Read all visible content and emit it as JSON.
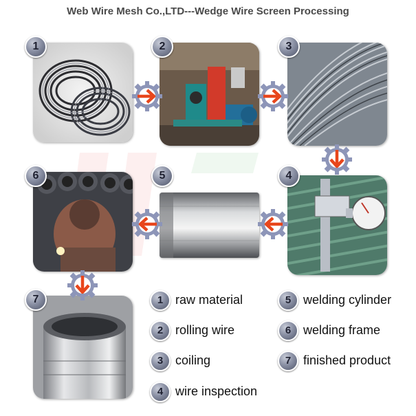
{
  "title": "Web Wire Mesh Co.,LTD---Wedge Wire Screen Processing",
  "steps": [
    {
      "number": "1",
      "label": "raw material"
    },
    {
      "number": "2",
      "label": "rolling wire"
    },
    {
      "number": "3",
      "label": "coiling"
    },
    {
      "number": "4",
      "label": "wire inspection"
    },
    {
      "number": "5",
      "label": "welding cylinder"
    },
    {
      "number": "6",
      "label": "welding frame"
    },
    {
      "number": "7",
      "label": "finished product"
    }
  ],
  "colors": {
    "arrow": "#e8461c",
    "gear": "#8d95b8",
    "badge": "#7d8398",
    "watermark_red": "#e33b3b",
    "watermark_green": "#3aa64a"
  },
  "icons": {
    "flow_arrow": "gear-arrow-icon"
  }
}
